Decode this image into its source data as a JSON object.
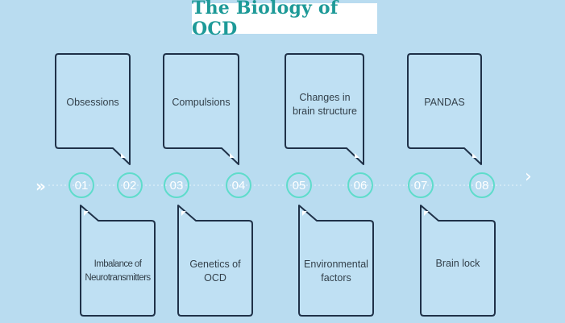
{
  "title": "The Biology of OCD",
  "top_cards": [
    {
      "text": "Obsessions"
    },
    {
      "text": "Compulsions"
    },
    {
      "text": "Changes in brain structure"
    },
    {
      "text": "PANDAS"
    }
  ],
  "bottom_cards": [
    {
      "text": "Imbalance of Neurotransmitters"
    },
    {
      "text": "Genetics of OCD"
    },
    {
      "text": "Environmental factors"
    },
    {
      "text": "Brain lock"
    }
  ],
  "nodes": [
    "01",
    "02",
    "03",
    "04",
    "05",
    "06",
    "07",
    "08"
  ],
  "arrows": {
    "left": "»",
    "right": "›"
  },
  "colors": {
    "background": "#b9dcf0",
    "title_text": "#1e9a98",
    "card_border": "#1f3148",
    "node_ring": "#5fdccb",
    "timeline": "#e6f4fb"
  }
}
